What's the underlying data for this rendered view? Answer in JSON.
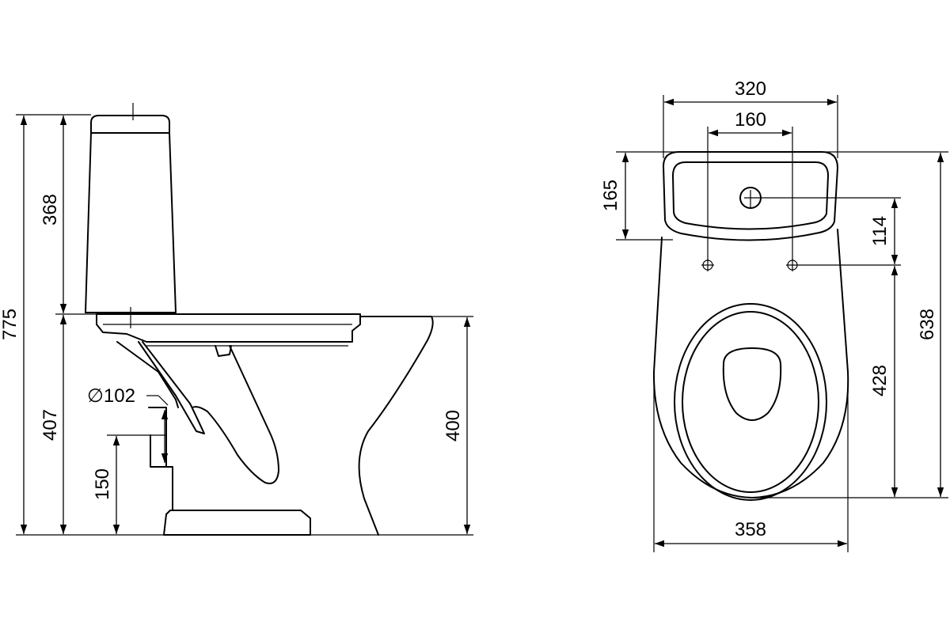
{
  "side_view": {
    "total_height": "775",
    "tank_height": "368",
    "bowl_height": "407",
    "outlet_height": "150",
    "rim_height": "400",
    "outlet_diameter": "∅102"
  },
  "top_view": {
    "tank_width": "320",
    "hole_spacing": "160",
    "tank_depth": "165",
    "hole_offset": "114",
    "total_depth": "638",
    "bowl_depth": "428",
    "bowl_width": "358"
  },
  "colors": {
    "line": "#000000",
    "background": "#ffffff"
  }
}
